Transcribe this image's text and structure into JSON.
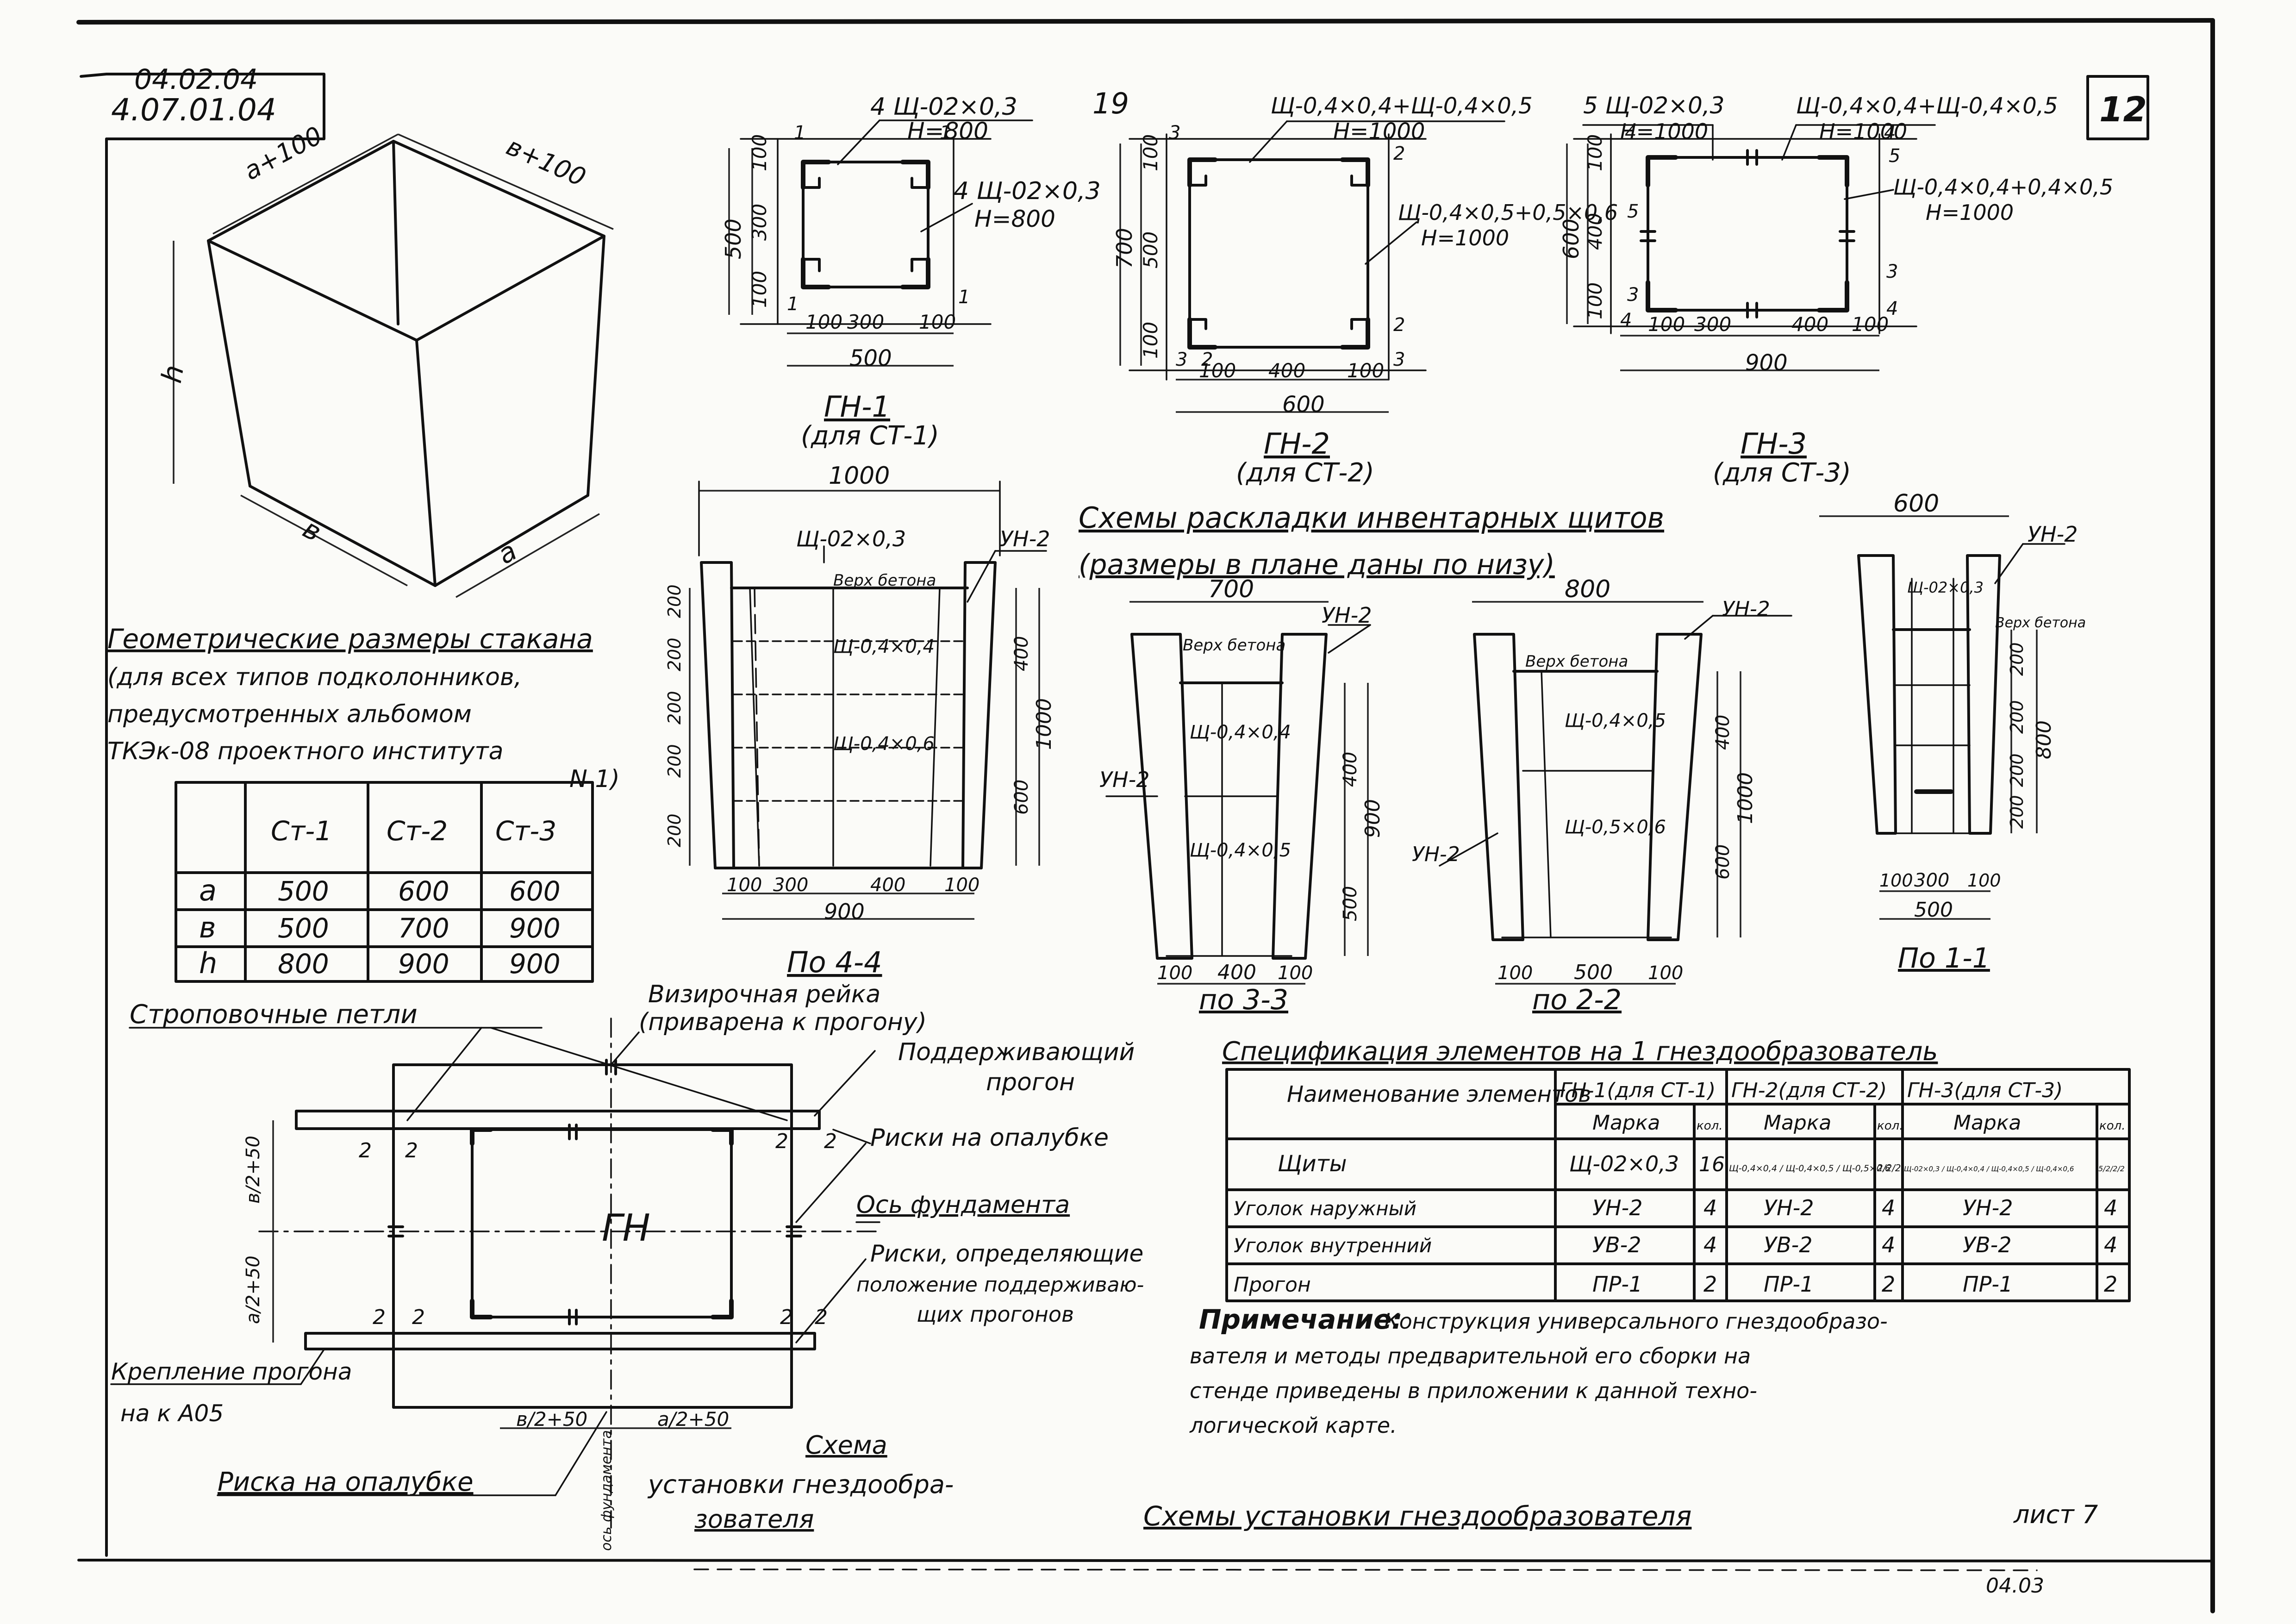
{
  "sheet": {
    "code_top": "04.02.04",
    "code": "4.07.01.04",
    "page_no": "19",
    "corner_no": "12",
    "sheet_label": "лист 7",
    "footer_code": "04.03"
  },
  "iso": {
    "dim_a": "a+100",
    "dim_b": "в+100",
    "dim_h": "h",
    "dim_b_base": "в",
    "dim_a_base": "a",
    "caption_title": "Геометрические размеры стакана",
    "caption_lines": [
      "(для всех типов подколонников,",
      "предусмотренных альбомом",
      "ТКЭк-08 проектного института",
      "N 1)"
    ]
  },
  "dims_table": {
    "headers": [
      "",
      "Ст-1",
      "Ст-2",
      "Ст-3"
    ],
    "rows": [
      [
        "a",
        "500",
        "600",
        "600"
      ],
      [
        "в",
        "500",
        "700",
        "900"
      ],
      [
        "h",
        "800",
        "900",
        "900"
      ]
    ]
  },
  "gn1": {
    "label_top": "4 Щ-02×0,3",
    "label_top2": "H=800",
    "label_right": "4 Щ-02×0,3",
    "label_right2": "H=800",
    "v_dims": [
      "100",
      "300",
      "100"
    ],
    "v_total": "500",
    "h_dims": [
      "100",
      "300",
      "100"
    ],
    "h_total": "500",
    "marks": [
      "1",
      "1",
      "1",
      "1"
    ],
    "title": "ГН-1",
    "subtitle": "(для СТ-1)"
  },
  "gn2": {
    "label_top": "Щ-0,4×0,4+Щ-0,4×0,5",
    "label_top2": "H=1000",
    "label_right": "Щ-0,4×0,5+0,5×0,6",
    "label_right2": "H=1000",
    "v_dims": [
      "100",
      "500",
      "100"
    ],
    "v_total": "700",
    "h_dims": [
      "100",
      "400",
      "100"
    ],
    "h_total": "600",
    "marks": [
      "3",
      "2",
      "2",
      "3",
      "3",
      "2"
    ],
    "title": "ГН-2",
    "subtitle": "(для СТ-2)"
  },
  "gn3": {
    "label_top_left": "5 Щ-02×0,3",
    "label_top_left2": "H=1000",
    "label_top_right": "Щ-0,4×0,4+Щ-0,4×0,5",
    "label_top_right2": "H=1000",
    "label_right": "Щ-0,4×0,4+0,4×0,5",
    "label_right2": "H=1000",
    "v_dims": [
      "100",
      "400",
      "100"
    ],
    "v_total": "600",
    "h_dims": [
      "100",
      "300",
      "400",
      "100"
    ],
    "h_total": "900",
    "marks": [
      "4",
      "4",
      "5",
      "5",
      "3",
      "3",
      "4",
      "4"
    ],
    "title": "ГН-3",
    "subtitle": "(для СТ-3)"
  },
  "layout_title": "Схемы раскладки инвентарных щитов",
  "layout_subtitle": "(размеры в плане даны по низу)",
  "sec44": {
    "top_dim": "1000",
    "shield_label": "Щ-02×0,3",
    "corner_label": "УН-2",
    "top_conc": "Верх бетона",
    "shield_a": "Щ-0,4×0,4",
    "shield_b": "Щ-0,4×0,6",
    "left_dims": [
      "200",
      "200",
      "200",
      "200",
      "200"
    ],
    "right_dims": [
      "400",
      "600"
    ],
    "right_total": "1000",
    "bottom_dims": [
      "100",
      "300",
      "400",
      "100"
    ],
    "bottom_total": "900",
    "title": "По 4-4"
  },
  "sec33": {
    "top_dim": "700",
    "corner_label": "УН-2",
    "top_conc": "Верх бетона",
    "shield_a": "Щ-0,4×0,4",
    "shield_b": "Щ-0,4×0,5",
    "left_label": "УН-2",
    "right_dims": [
      "400",
      "500"
    ],
    "right_total": "900",
    "bottom_dims": [
      "100",
      "400",
      "100"
    ],
    "title": "по 3-3"
  },
  "sec22": {
    "top_dim": "800",
    "corner_label": "УН-2",
    "top_conc": "Верх бетона",
    "shield_a": "Щ-0,4×0,5",
    "shield_b": "Щ-0,5×0,6",
    "left_label": "УН-2",
    "right_dims": [
      "400",
      "600"
    ],
    "right_total": "1000",
    "bottom_dims": [
      "100",
      "500",
      "100"
    ],
    "title": "по 2-2"
  },
  "sec11": {
    "top_dim": "600",
    "corner_label": "УН-2",
    "shield": "Щ-02×0,3",
    "top_conc": "Верх бетона",
    "right_dims": [
      "200",
      "200",
      "200",
      "200"
    ],
    "right_total": "800",
    "bottom_dims": [
      "100",
      "300",
      "100"
    ],
    "bottom_total": "500",
    "title": "По 1-1"
  },
  "install": {
    "lbl_lift": "Строповочные петли",
    "lbl_sight": "Визирочная рейка",
    "lbl_sight2": "(приварена к прогону)",
    "lbl_support": "Поддерживающий",
    "lbl_support2": "прогон",
    "lbl_mark_form": "Риски на опалубке",
    "lbl_axis": "Ось фундамента",
    "lbl_marks_pos": "Риски, определяющие",
    "lbl_marks_pos2": "положение поддерживаю-",
    "lbl_marks_pos3": "щих прогонов",
    "lbl_fix": "Крепление прогона",
    "lbl_fix2": "на к А05",
    "lbl_mark_form2": "Риска на опалубке",
    "center": "ГН",
    "num2": "2",
    "dim_b2": "в/2+50",
    "dim_a2": "a/2+50",
    "dim_a2_h": "a/2+50",
    "dim_b2_v": "в/2+50",
    "axis_v": "ось фундамента",
    "caption1": "Схема",
    "caption2": "установки гнездообра-",
    "caption3": "зователя"
  },
  "spec": {
    "title": "Спецификация элементов на 1 гнездообразователь",
    "head1": "Наименование элементов",
    "head_gn1": "ГН-1(для СТ-1)",
    "head_gn2": "ГН-2(для СТ-2)",
    "head_gn3": "ГН-3(для СТ-3)",
    "sub_mark": "Марка",
    "sub_qty": "кол.",
    "rows": [
      [
        "Щиты",
        "Щ-02×0,3",
        "16",
        "Щ-0,4×0,4 / Щ-0,4×0,5 / Щ-0,5×0,6",
        "2/2/2",
        "Щ-02×0,3 / Щ-0,4×0,4 / Щ-0,4×0,5 / Щ-0,4×0,6",
        "5/2/2/2"
      ],
      [
        "Уголок наружный",
        "УН-2",
        "4",
        "УН-2",
        "4",
        "УН-2",
        "4"
      ],
      [
        "Уголок внутренний",
        "УВ-2",
        "4",
        "УВ-2",
        "4",
        "УВ-2",
        "4"
      ],
      [
        "Прогон",
        "ПР-1",
        "2",
        "ПР-1",
        "2",
        "ПР-1",
        "2"
      ]
    ]
  },
  "note": {
    "label": "Примечание:",
    "lines": [
      "Конструкция универсального гнездообразо-",
      "вателя и методы предварительной его сборки на",
      "стенде приведены в приложении к данной техно-",
      "логической карте."
    ]
  },
  "footer_title": "Схемы установки гнездообразователя"
}
